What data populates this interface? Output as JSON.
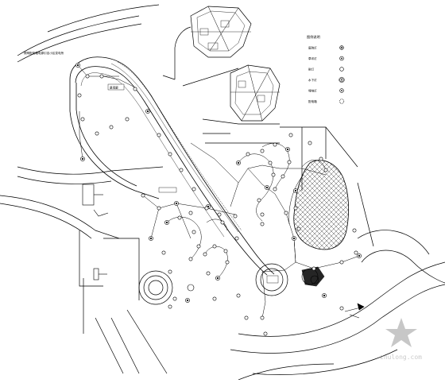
{
  "legend": {
    "title": "图例说明",
    "rows": [
      {
        "symbol": "circle-cross-icon",
        "c1": "庭院灯",
        "c2": "",
        "c3": "",
        "c4": ""
      },
      {
        "symbol": "circle-dot-icon",
        "c1": "草坪灯",
        "c2": "",
        "c3": "",
        "c4": ""
      },
      {
        "symbol": "circle-ring-icon",
        "c1": "射灯",
        "c2": "",
        "c3": "",
        "c4": ""
      },
      {
        "symbol": "double-circle-icon",
        "c1": "水下灯",
        "c2": "",
        "c3": "",
        "c4": ""
      },
      {
        "symbol": "circle-dot-small-icon",
        "c1": "埋地灯",
        "c2": "",
        "c3": "",
        "c4": ""
      },
      {
        "symbol": "dashed-oval-icon",
        "c1": "配电箱",
        "c2": "",
        "c3": "",
        "c4": ""
      }
    ]
  },
  "notes": {
    "top_left_line1": "照明配电箱电源引自小区变电所",
    "top_left_line2": ""
  },
  "labels": {
    "corridor": "景观廊",
    "plaza_mid": "",
    "rotunda": "",
    "gate": ""
  },
  "watermark": {
    "text": "zhulong.com"
  },
  "colors": {
    "line": "#000000",
    "hatch": "#000000",
    "background": "#ffffff"
  }
}
